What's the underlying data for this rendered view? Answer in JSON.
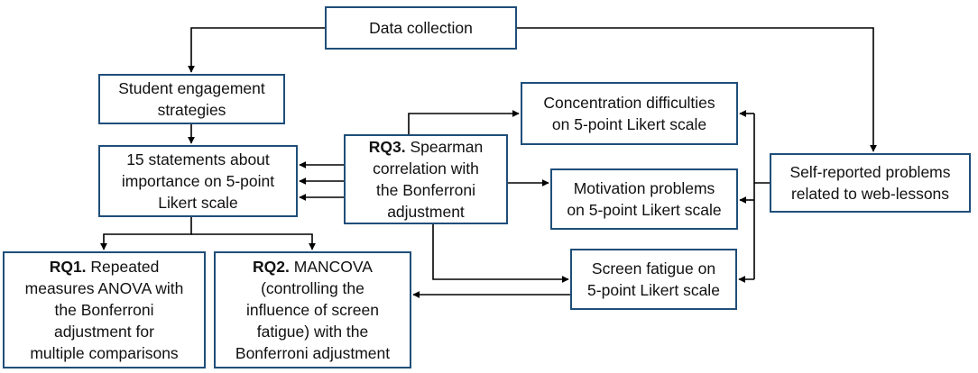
{
  "boxes": {
    "data_collection": {
      "lines": [
        "Data collection"
      ]
    },
    "student_engagement": {
      "lines": [
        "Student engagement",
        "strategies"
      ]
    },
    "statements": {
      "lines": [
        "15 statements about",
        "importance on 5-point",
        "Likert scale"
      ]
    },
    "rq3": {
      "bold": "RQ3.",
      "lines": [
        " Spearman",
        "correlation with",
        "the Bonferroni",
        "adjustment"
      ]
    },
    "concentration": {
      "lines": [
        "Concentration difficulties",
        "on 5-point Likert scale"
      ]
    },
    "motivation": {
      "lines": [
        "Motivation problems",
        "on 5-point Likert scale"
      ]
    },
    "screen_fatigue": {
      "lines": [
        "Screen fatigue on",
        "5-point Likert scale"
      ]
    },
    "self_reported": {
      "lines": [
        "Self-reported problems",
        "related to web-lessons"
      ]
    },
    "rq1": {
      "bold": "RQ1.",
      "lines": [
        " Repeated",
        "measures ANOVA with",
        "the Bonferroni",
        "adjustment for",
        "multiple comparisons"
      ]
    },
    "rq2": {
      "bold": "RQ2.",
      "lines": [
        " MANCOVA",
        "(controlling the",
        "influence of screen",
        "fatigue) with the",
        "Bonferroni adjustment"
      ]
    }
  },
  "colors": {
    "box_border": "#1f4e79",
    "arrow": "#000000"
  }
}
